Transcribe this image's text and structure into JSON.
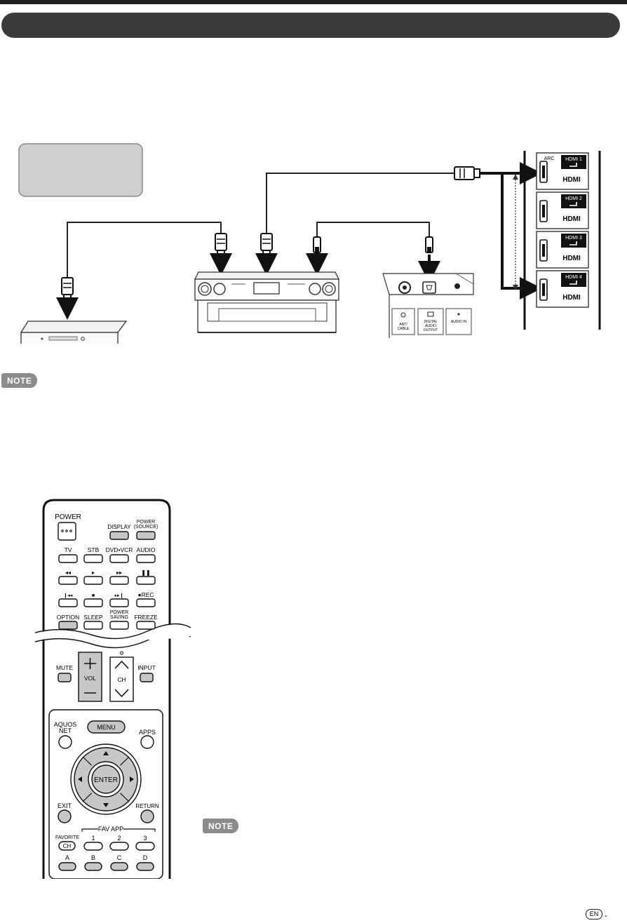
{
  "diagram": {
    "ports": {
      "arc": "ARC",
      "hdmi1": "HDMI 1",
      "hdmi2": "HDMI 2",
      "hdmi3": "HDMI 3",
      "hdmi4": "HDMI 4",
      "logo": "HDMI"
    },
    "tv_panel": {
      "ant": "ANT/\nCABLE",
      "digital_audio": "DIGITAL\nAUDIO\nOUTPUT",
      "audio_in": "AUDIO IN"
    }
  },
  "notes": {
    "note1": "NOTE",
    "note2": "NOTE"
  },
  "remote": {
    "power": "POWER",
    "display": "DISPLAY",
    "power_source": "POWER\n(SOURCE)",
    "tv": "TV",
    "stb": "STB",
    "dvd_vcr": "DVD•VCR",
    "audio": "AUDIO",
    "rec": "●REC",
    "option": "OPTION",
    "sleep": "SLEEP",
    "power_saving": "POWER\nSAVING",
    "freeze": "FREEZE",
    "mute": "MUTE",
    "vol": "VOL",
    "ch": "CH",
    "input": "INPUT",
    "aquos_net": "AQUOS\nNET",
    "menu": "MENU",
    "apps": "APPS",
    "enter": "ENTER",
    "exit": "EXIT",
    "return": "RETURN",
    "fav_app": "FAV APP",
    "favorite": "FAVORITE",
    "ch_small": "CH",
    "fav1": "1",
    "fav2": "2",
    "fav3": "3",
    "a": "A",
    "b": "B",
    "c": "C",
    "d": "D"
  },
  "footer": {
    "lang": "EN",
    "dash": "-"
  }
}
